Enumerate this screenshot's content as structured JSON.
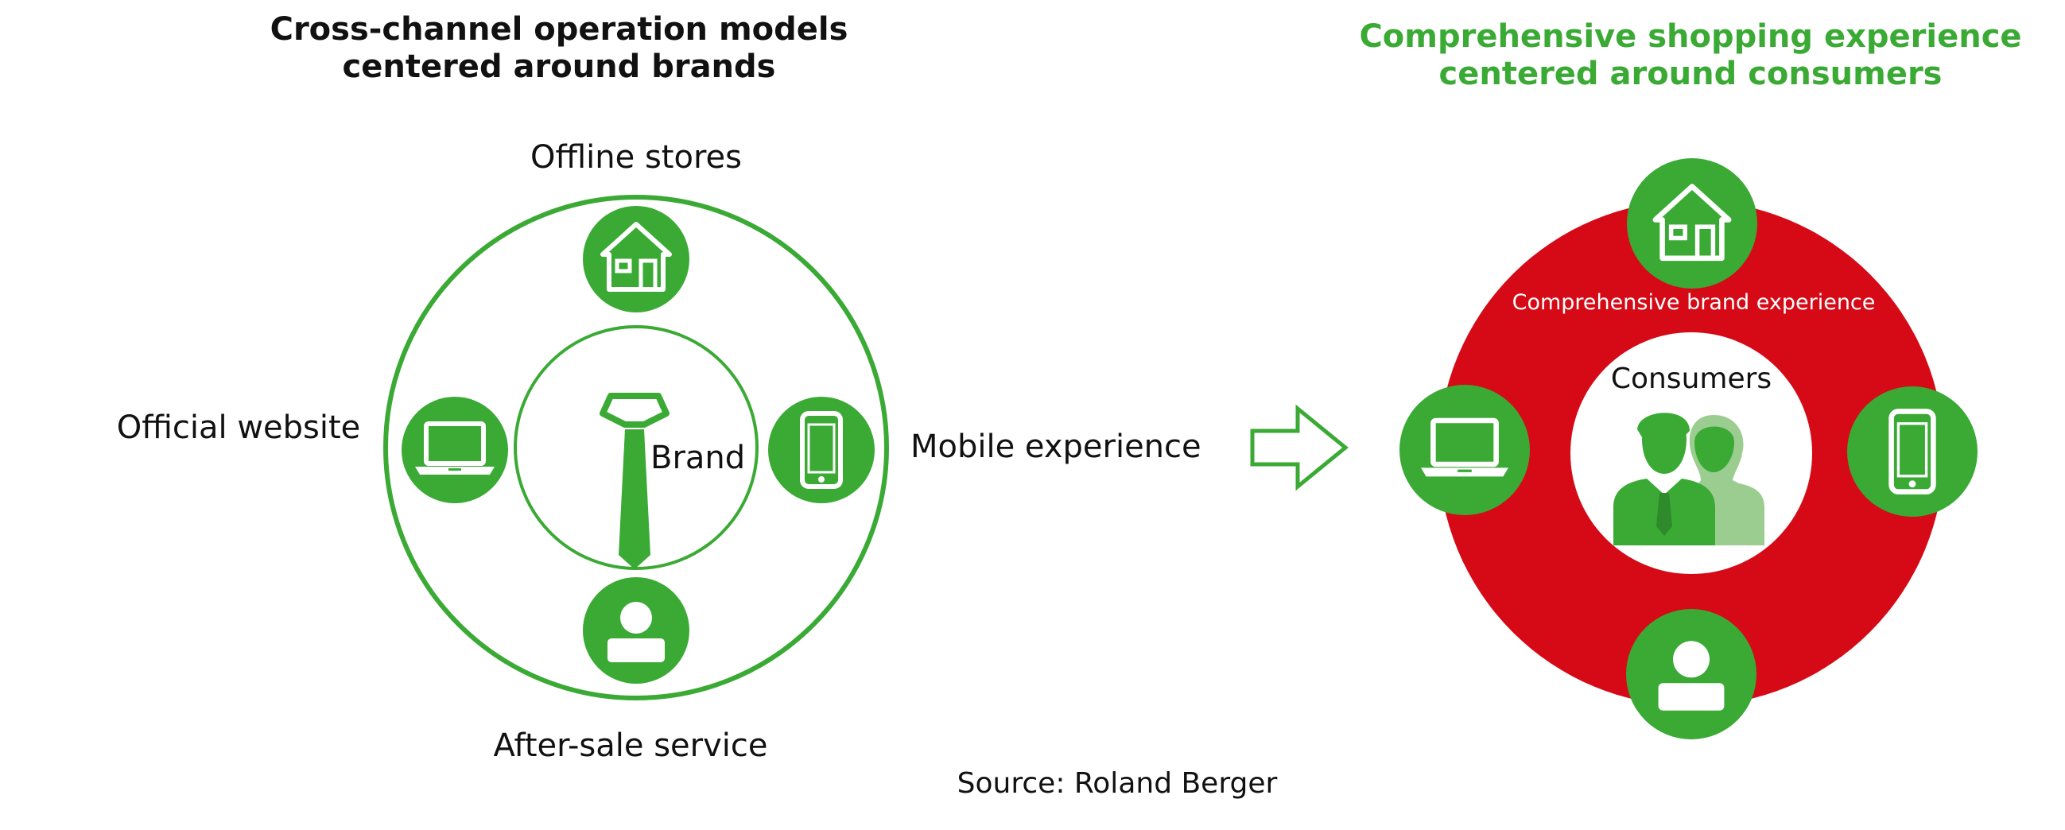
{
  "colors": {
    "green": "#3aaa35",
    "red": "#d50a16",
    "text": "#111111",
    "white": "#ffffff"
  },
  "left_diagram": {
    "title_line1": "Cross-channel operation models",
    "title_line2": "centered around brands",
    "center_label": "Brand",
    "channels": {
      "top": "Offline stores",
      "left": "Official website",
      "right": "Mobile experience",
      "bottom": "After-sale service"
    },
    "icons": {
      "center": "tie-icon",
      "top": "store-icon",
      "left": "laptop-icon",
      "right": "phone-icon",
      "bottom": "person-icon"
    }
  },
  "arrow": {
    "icon": "right-arrow-icon"
  },
  "right_diagram": {
    "title_line1": "Comprehensive shopping experience",
    "title_line2": "centered around consumers",
    "ring_label": "Comprehensive brand experience",
    "center_label": "Consumers",
    "icons": {
      "center": "consumers-icon",
      "top": "store-icon",
      "left": "laptop-icon",
      "right": "phone-icon",
      "bottom": "person-icon"
    }
  },
  "source": "Source: Roland Berger"
}
